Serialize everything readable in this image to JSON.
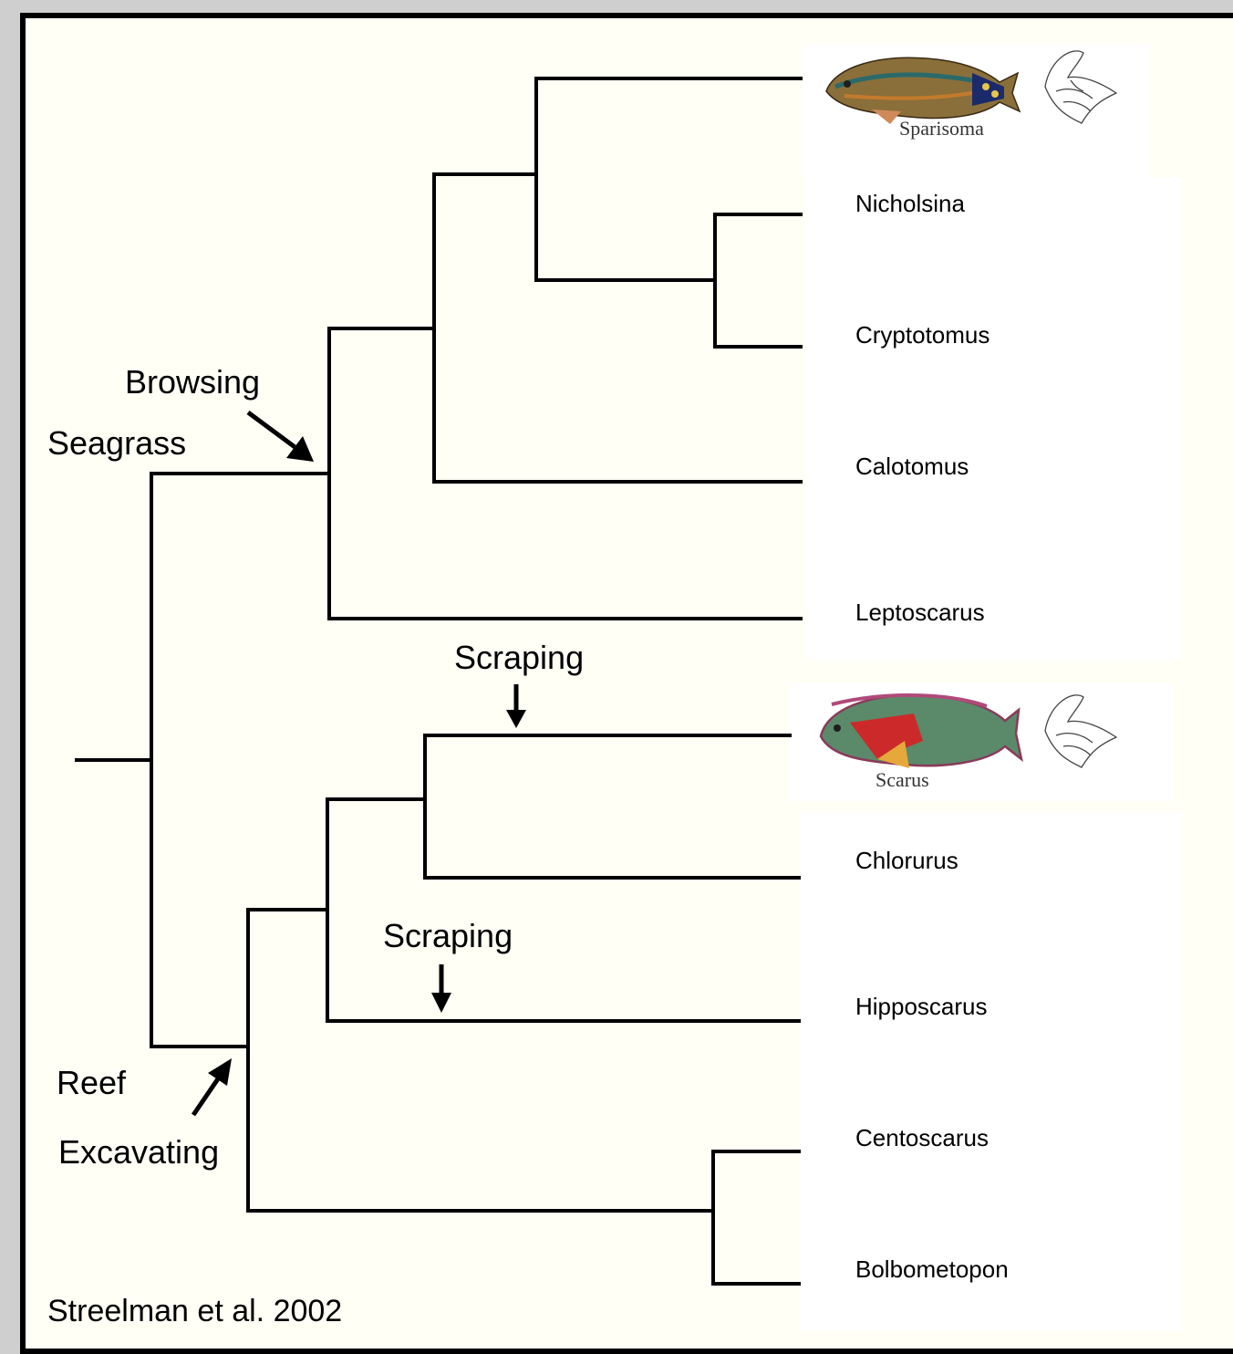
{
  "tips": [
    {
      "id": "sparisoma",
      "label": ""
    },
    {
      "id": "nicholsina",
      "label": "Nicholsina"
    },
    {
      "id": "cryptotomus",
      "label": "Cryptotomus"
    },
    {
      "id": "calotomus",
      "label": "Calotomus"
    },
    {
      "id": "leptoscarus",
      "label": "Leptoscarus"
    },
    {
      "id": "scarus",
      "label": ""
    },
    {
      "id": "chlorurus",
      "label": "Chlorurus"
    },
    {
      "id": "hipposcarus",
      "label": "Hipposcarus"
    },
    {
      "id": "centoscarus",
      "label": "Centoscarus"
    },
    {
      "id": "bolbometopon",
      "label": "Bolbometopon"
    }
  ],
  "illustrations": {
    "sparisoma_caption": "Sparisoma",
    "scarus_caption": "Scarus",
    "sparisoma_fish_icon": "parrotfish-illustration",
    "sparisoma_jaw_icon": "jaw-sketch",
    "scarus_fish_icon": "parrotfish-illustration",
    "scarus_jaw_icon": "jaw-sketch"
  },
  "annotations": {
    "browsing": "Browsing",
    "seagrass": "Seagrass",
    "scraping_upper": "Scraping",
    "scraping_lower": "Scraping",
    "reef": "Reef",
    "excavating": "Excavating"
  },
  "citation": "Streelman et al. 2002",
  "colors": {
    "background": "#fffff6",
    "frame": "#000000",
    "outer": "#cfcfcf",
    "branch": "#000000"
  }
}
